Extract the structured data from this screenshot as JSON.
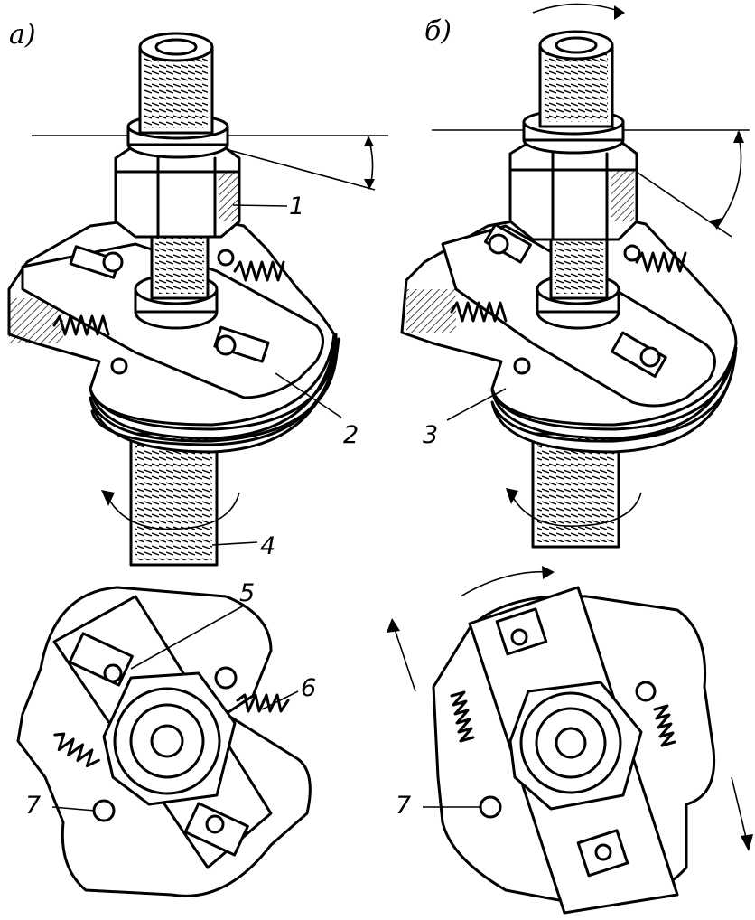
{
  "panels": {
    "a": {
      "label": "а)"
    },
    "b": {
      "label": "б)"
    }
  },
  "callouts": {
    "c1": "1",
    "c2": "2",
    "c3": "3",
    "c4": "4",
    "c5": "5",
    "c6": "6",
    "c7a": "7",
    "c7b": "7"
  },
  "ink_color": "#000000",
  "paper_color": "#ffffff"
}
